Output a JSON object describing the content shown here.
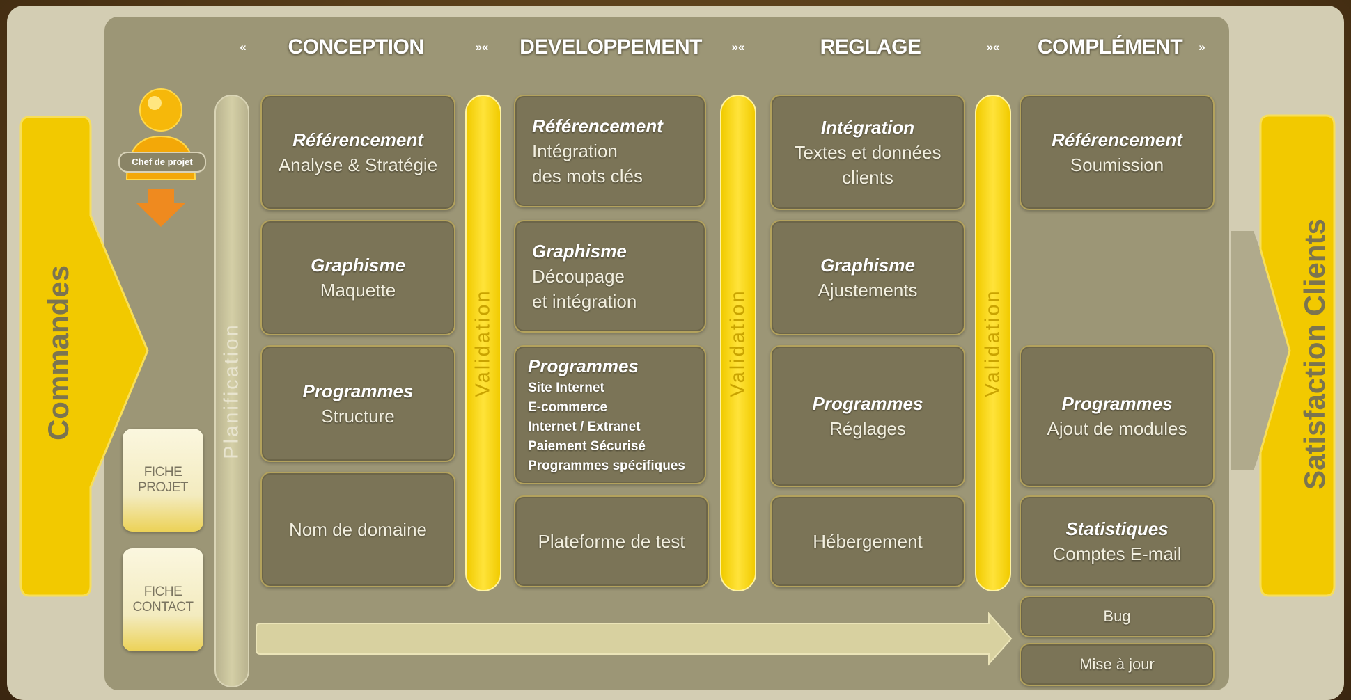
{
  "left_arrow": {
    "label": "Commandes"
  },
  "right_arrow": {
    "label": "Satisfaction Clients"
  },
  "chef": {
    "badge": "Chef de projet"
  },
  "fiches": [
    {
      "line1": "FICHE",
      "line2": "PROJET"
    },
    {
      "line1": "FICHE",
      "line2": "CONTACT"
    }
  ],
  "phases": [
    "CONCEPTION",
    "DEVELOPPEMENT",
    "REGLAGE",
    "COMPLÉMENT"
  ],
  "separators": [
    "«",
    "»«",
    "»«",
    "»«",
    "»"
  ],
  "planification": "Planification",
  "validation": [
    "Validation",
    "Validation",
    "Validation"
  ],
  "columns": [
    {
      "cards": [
        {
          "title": "Référencement",
          "lines": [
            "Analyse & Stratégie"
          ]
        },
        {
          "title": "Graphisme",
          "lines": [
            "Maquette"
          ]
        },
        {
          "title": "Programmes",
          "lines": [
            "Structure"
          ]
        },
        {
          "title": "",
          "lines": [
            "Nom de domaine"
          ]
        }
      ]
    },
    {
      "cards": [
        {
          "title": "Référencement",
          "lines": [
            "Intégration",
            "des mots clés"
          ]
        },
        {
          "title": "Graphisme",
          "lines": [
            "Découpage",
            "et intégration"
          ]
        },
        {
          "title": "Programmes",
          "items": [
            "Site Internet",
            "E-commerce",
            "Internet / Extranet",
            "Paiement Sécurisé",
            "Programmes spécifiques"
          ]
        },
        {
          "title": "",
          "lines": [
            "Plateforme de test"
          ]
        }
      ]
    },
    {
      "cards": [
        {
          "title": "Intégration",
          "lines": [
            "Textes et données",
            "clients"
          ]
        },
        {
          "title": "Graphisme",
          "lines": [
            "Ajustements"
          ]
        },
        {
          "title": "Programmes",
          "lines": [
            "Réglages"
          ]
        },
        {
          "title": "",
          "lines": [
            "Hébergement"
          ]
        }
      ]
    },
    {
      "cards": [
        {
          "title": "Référencement",
          "lines": [
            "Soumission"
          ]
        },
        {
          "title": "Programmes",
          "lines": [
            "Ajout de modules"
          ]
        },
        {
          "title": "Statistiques",
          "lines": [
            "Comptes E-mail"
          ]
        },
        {
          "title": "",
          "lines": [
            "Bug"
          ]
        },
        {
          "title": "",
          "lines": [
            "Mise à jour"
          ]
        }
      ]
    }
  ],
  "colors": {
    "yellow": "#f2c900",
    "card": "#7b7457",
    "panel": "#9c9676",
    "outer": "#d3cdb3"
  }
}
